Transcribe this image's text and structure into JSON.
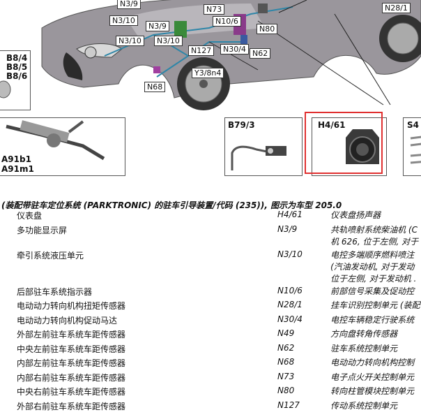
{
  "diagram_labels": {
    "top": [
      "N3/9",
      "N73",
      "N28/1",
      "N3/10",
      "N3/9",
      "N10/6",
      "N3/10",
      "N80",
      "N127",
      "N30/4",
      "N62",
      "Y3/8n4",
      "N68"
    ],
    "left_box": "B8/4\nB8/5\nB8/6",
    "steering_box": [
      "A91b1",
      "A91m1"
    ],
    "sensor_box": "B79/3",
    "speaker_box": "H4/61",
    "switch_box": "S4"
  },
  "caption": "(装配带驻车定位系统 (PARKTRONIC) 的驻车引导装置/代码 (235)), 图示为车型 205.0",
  "rows": [
    {
      "left": "仪表盘",
      "code": "H4/61",
      "right": "仪表盘扬声器"
    },
    {
      "left": "多功能显示屏",
      "code": "N3/9",
      "right": "共轨喷射系统柴油机 (C\n机 626, 位于左侧, 对于"
    },
    {
      "left": "牵引系统液压单元",
      "code": "N3/10",
      "right": "电控多端顺序燃料喷注\n(汽油发动机, 对于发动\n位于左侧, 对于发动机 ."
    },
    {
      "left": "后部驻车系统指示器",
      "code": "N10/6",
      "right": "前部信号采集及促动控"
    },
    {
      "left": "电动动力转向机构扭矩传感器",
      "code": "N28/1",
      "right": "挂车识别控制单元 (装配"
    },
    {
      "left": "电动动力转向机构促动马达",
      "code": "N30/4",
      "right": "电控车辆稳定行驶系统"
    },
    {
      "left": "外部左前驻车系统车距传感器",
      "code": "N49",
      "right": "方向盘转角传感器"
    },
    {
      "left": "中央左前驻车系统车距传感器",
      "code": "N62",
      "right": "驻车系统控制单元"
    },
    {
      "left": "内部左前驻车系统车距传感器",
      "code": "N68",
      "right": "电动动力转向机构控制"
    },
    {
      "left": "内部右前驻车系统车距传感器",
      "code": "N73",
      "right": "电子点火开关控制单元"
    },
    {
      "left": "中央右前驻车系统车距传感器",
      "code": "N80",
      "right": "转向柱管模块控制单元"
    },
    {
      "left": "外部右前驻车系统车距传感器",
      "code": "N127",
      "right": "传动系统控制单元"
    }
  ],
  "colors": {
    "highlight": "#e03030",
    "car_body": "#8e8a90"
  }
}
